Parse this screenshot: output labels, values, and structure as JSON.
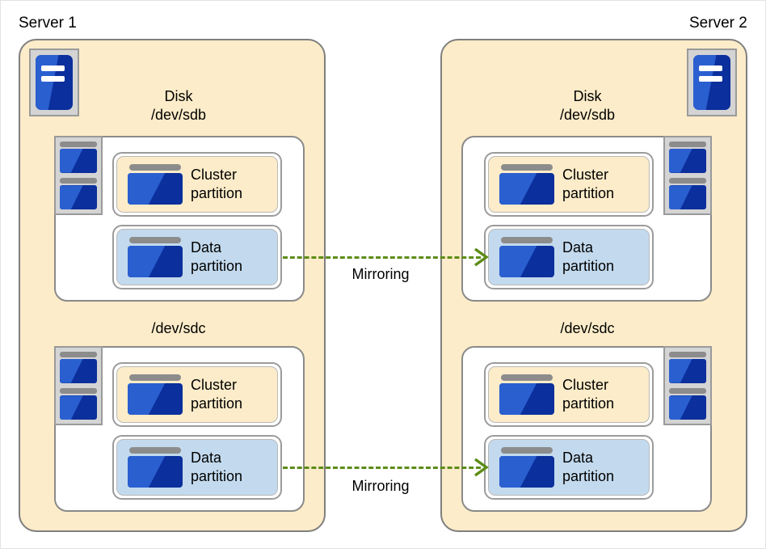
{
  "diagram": {
    "title": "Mirrored disk partition layout across two servers",
    "colors": {
      "server_fill": "#fcecc9",
      "server_border": "#7f7f7f",
      "disk_fill": "#ffffff",
      "disk_border": "#8a8a8a",
      "cluster_partition_fill": "#fcecc9",
      "data_partition_fill": "#c3daee",
      "partition_border": "#9b9b9b",
      "icon_blue_light": "#2a5fd0",
      "icon_blue_dark": "#0b2f9c",
      "icon_gray": "#8c8c8c",
      "mirroring_green": "#5c8c16",
      "page_border": "#e3e3e3"
    },
    "servers": [
      {
        "id": "server-1",
        "label": "Server 1",
        "label_align": "left",
        "icon_side": "left",
        "icon_name": "server-icon",
        "disks": [
          {
            "id": "server-1-sdb",
            "title_line1": "Disk",
            "title_line2": "/dev/sdb",
            "stack_icon_side": "left",
            "stack_icon_name": "disk-stack-icon",
            "partitions": [
              {
                "id": "server-1-sdb-cluster",
                "type": "cluster",
                "line1": "Cluster",
                "line2": "partition",
                "icon_name": "partition-icon"
              },
              {
                "id": "server-1-sdb-data",
                "type": "data",
                "line1": "Data",
                "line2": "partition",
                "icon_name": "partition-icon"
              }
            ]
          },
          {
            "id": "server-1-sdc",
            "title_line1": "",
            "title_line2": "/dev/sdc",
            "stack_icon_side": "left",
            "stack_icon_name": "disk-stack-icon",
            "partitions": [
              {
                "id": "server-1-sdc-cluster",
                "type": "cluster",
                "line1": "Cluster",
                "line2": "partition",
                "icon_name": "partition-icon"
              },
              {
                "id": "server-1-sdc-data",
                "type": "data",
                "line1": "Data",
                "line2": "partition",
                "icon_name": "partition-icon"
              }
            ]
          }
        ]
      },
      {
        "id": "server-2",
        "label": "Server 2",
        "label_align": "right",
        "icon_side": "right",
        "icon_name": "server-icon",
        "disks": [
          {
            "id": "server-2-sdb",
            "title_line1": "Disk",
            "title_line2": "/dev/sdb",
            "stack_icon_side": "right",
            "stack_icon_name": "disk-stack-icon",
            "partitions": [
              {
                "id": "server-2-sdb-cluster",
                "type": "cluster",
                "line1": "Cluster",
                "line2": "partition",
                "icon_name": "partition-icon"
              },
              {
                "id": "server-2-sdb-data",
                "type": "data",
                "line1": "Data",
                "line2": "partition",
                "icon_name": "partition-icon"
              }
            ]
          },
          {
            "id": "server-2-sdc",
            "title_line1": "",
            "title_line2": "/dev/sdc",
            "stack_icon_side": "right",
            "stack_icon_name": "disk-stack-icon",
            "partitions": [
              {
                "id": "server-2-sdc-cluster",
                "type": "cluster",
                "line1": "Cluster",
                "line2": "partition",
                "icon_name": "partition-icon"
              },
              {
                "id": "server-2-sdc-data",
                "type": "data",
                "line1": "Data",
                "line2": "partition",
                "icon_name": "partition-icon"
              }
            ]
          }
        ]
      }
    ],
    "connections": [
      {
        "id": "mirroring-sdb",
        "label": "Mirroring",
        "from": "server-1-sdb-data",
        "to": "server-2-sdb-data",
        "style": "dashed-arrow",
        "direction": "left-to-right"
      },
      {
        "id": "mirroring-sdc",
        "label": "Mirroring",
        "from": "server-1-sdc-data",
        "to": "server-2-sdc-data",
        "style": "dashed-arrow",
        "direction": "left-to-right"
      }
    ]
  }
}
